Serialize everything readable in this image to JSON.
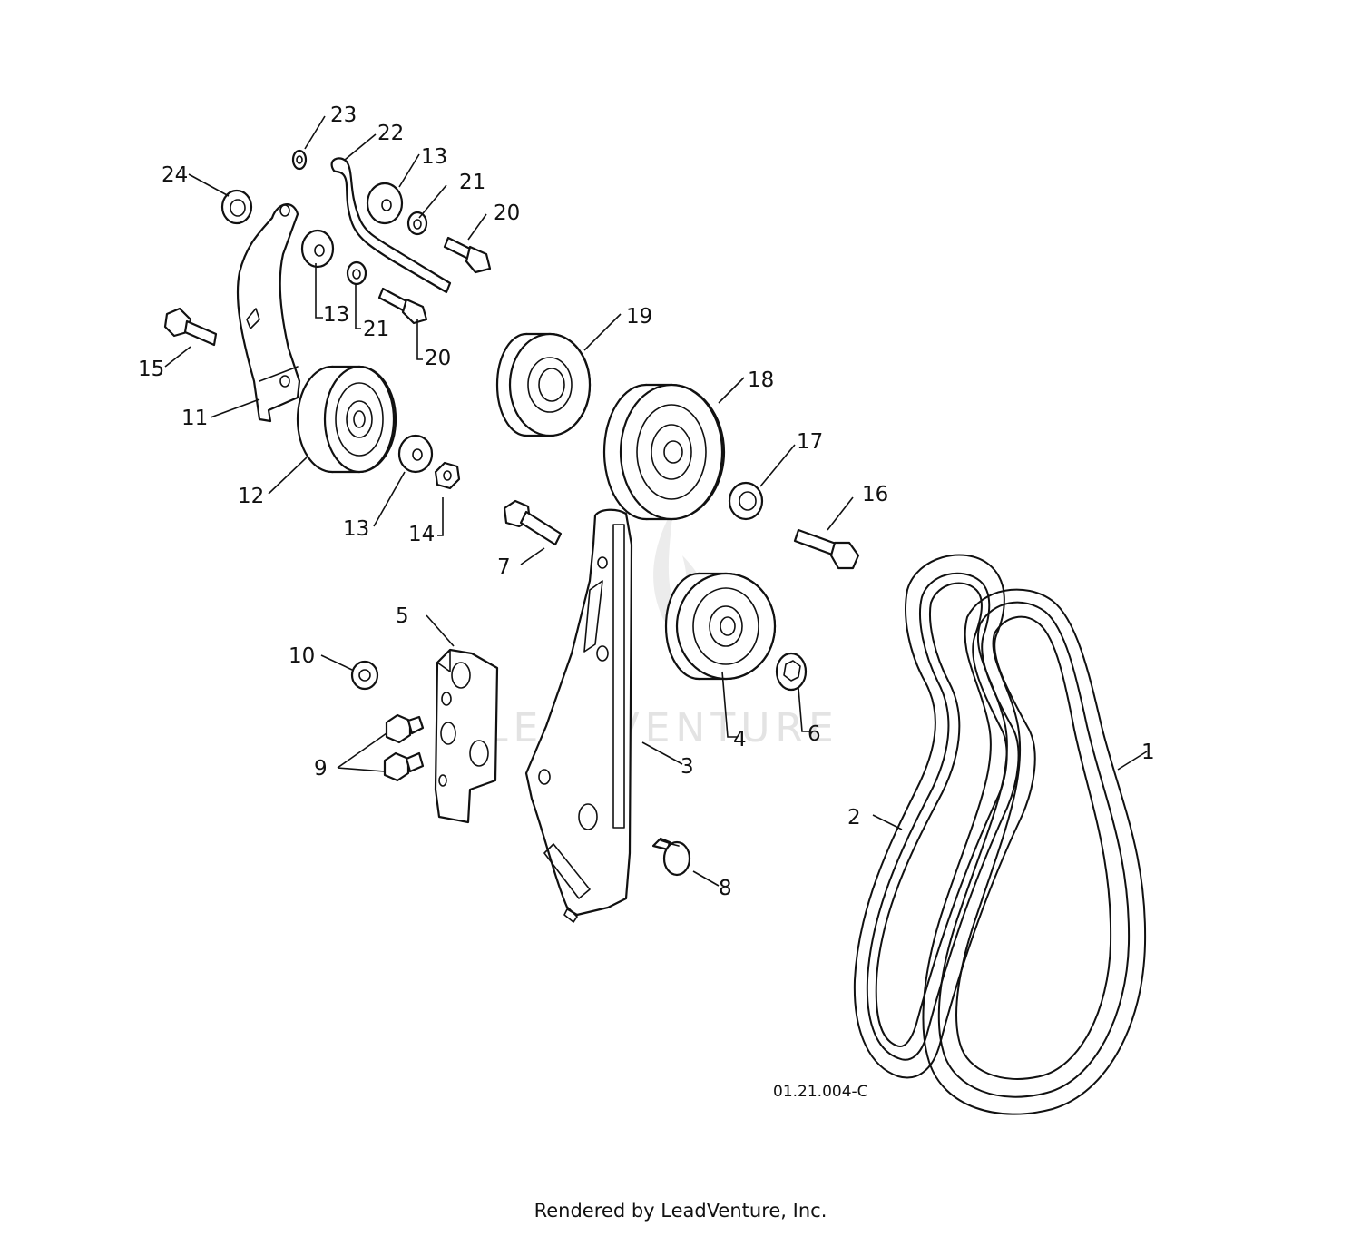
{
  "diagram": {
    "watermark": "LEADVENTURE",
    "drawing_code": "01.21.004-C",
    "footer": "Rendered by LeadVenture, Inc.",
    "callouts": [
      "1",
      "2",
      "3",
      "4",
      "5",
      "6",
      "7",
      "8",
      "9",
      "10",
      "11",
      "12",
      "13",
      "13",
      "13",
      "14",
      "15",
      "16",
      "17",
      "18",
      "19",
      "20",
      "20",
      "21",
      "21",
      "22",
      "23",
      "24"
    ]
  }
}
